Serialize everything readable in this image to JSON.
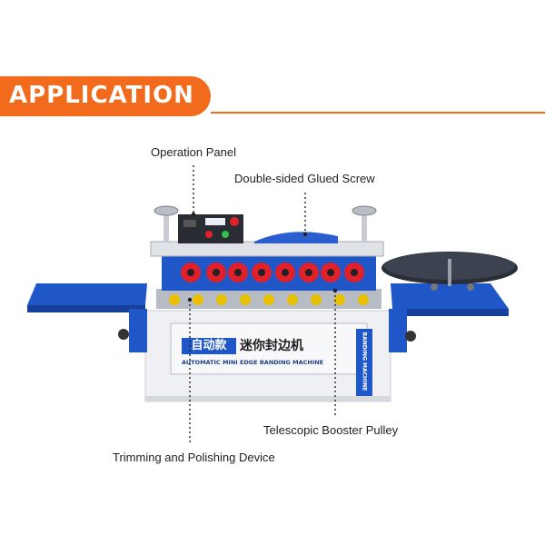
{
  "header": {
    "title": "APPLICATION",
    "accent_color": "#f26a1b"
  },
  "callouts": {
    "operation_panel": "Operation Panel",
    "glued_screw": "Double-sided Glued Screw",
    "booster_pulley": "Telescopic Booster Pulley",
    "trimming_device": "Trimming and Polishing Device"
  },
  "machine": {
    "label_cn_highlight": "自动款",
    "label_cn_rest": "迷你封边机",
    "label_en": "AUTOMATIC MINI EDGE BANDING MACHINE",
    "side_label": "BANDING MACHINE",
    "body_color": "#1f56c8",
    "roller_color": "#e0202a",
    "roller_count": 8
  }
}
